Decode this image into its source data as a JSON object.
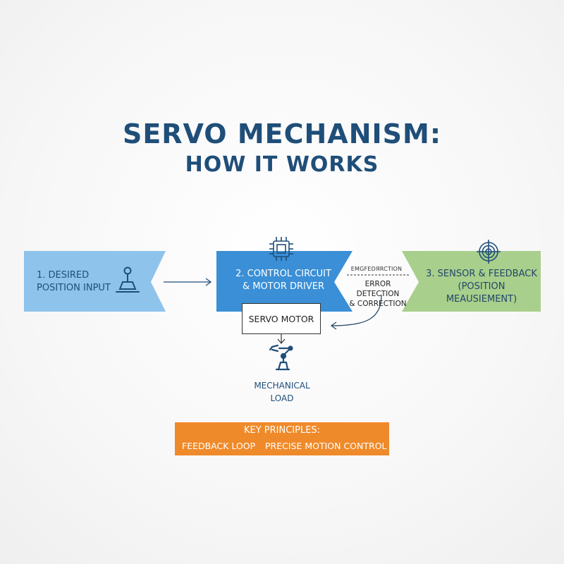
{
  "title": {
    "line1": "SERVO MECHANISM:",
    "line2": "HOW IT WORKS"
  },
  "steps": {
    "input": {
      "label": "1. DESIRED\nPOSITION INPUT",
      "color": "#8ec3ec"
    },
    "control": {
      "label": "2. CONTROL CIRCUIT\n& MOTOR DRIVER",
      "color": "#3a8fd6"
    },
    "sensor": {
      "label": "3. SENSOR & FEEDBACK\n(POSITION MEAUSIEMENT)",
      "color": "#a8cf8c"
    }
  },
  "error": {
    "header": "EMGFEDЯRCTION",
    "label": "ERROR DETECTION\n& CORRECTION"
  },
  "servo_motor": {
    "label": "SERVO MOTOR"
  },
  "load": {
    "label": "MECHANICAL\nLOAD"
  },
  "principles": {
    "title": "KEY PRINCIPLES:",
    "item1": "FEEDBACK LOOP",
    "item2": "PRECISE MOTION CONTROL",
    "color": "#ef8a2a"
  },
  "icons": [
    "joystick-icon",
    "microchip-icon",
    "sensor-target-icon",
    "robot-arm-icon"
  ]
}
